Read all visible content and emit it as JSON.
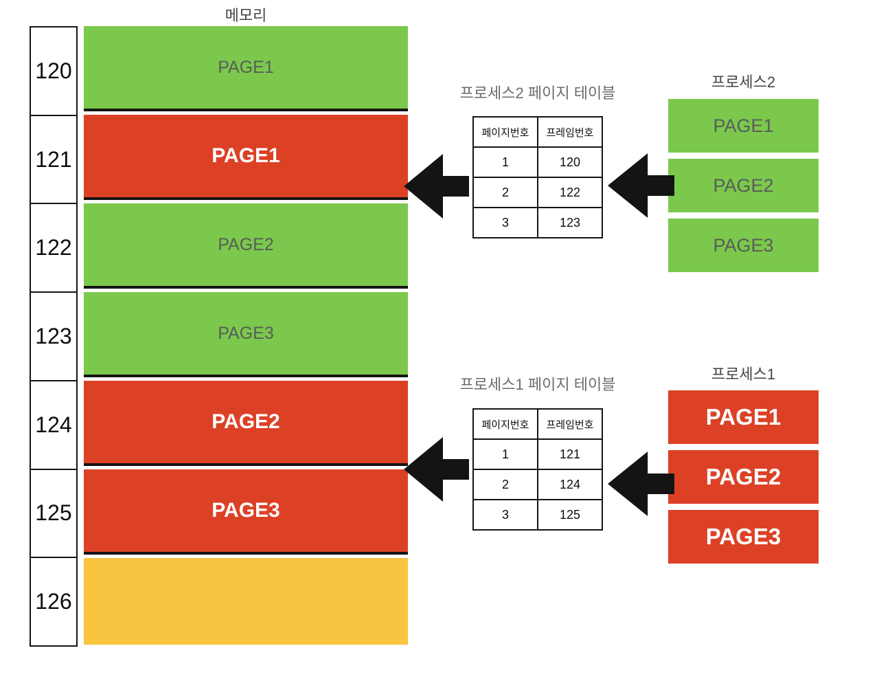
{
  "colors": {
    "green": "#7BC84D",
    "red": "#DC4126",
    "yellow": "#F9C43F",
    "ink": "#141414",
    "page_gray": "#585D58",
    "title_gray": "#6B6B6B",
    "heading_gray": "#434343"
  },
  "memory": {
    "title": "메모리",
    "frames": [
      "120",
      "121",
      "122",
      "123",
      "124",
      "125",
      "126"
    ],
    "blocks": [
      {
        "label": "PAGE1",
        "color": "green"
      },
      {
        "label": "PAGE1",
        "color": "red"
      },
      {
        "label": "PAGE2",
        "color": "green"
      },
      {
        "label": "PAGE3",
        "color": "green"
      },
      {
        "label": "PAGE2",
        "color": "red"
      },
      {
        "label": "PAGE3",
        "color": "red"
      },
      {
        "label": "",
        "color": "yellow"
      }
    ]
  },
  "process2_page_table": {
    "title": "프로세스2 페이지 테이블",
    "headers": [
      "페이지번호",
      "프레임번호"
    ],
    "rows": [
      [
        "1",
        "120"
      ],
      [
        "2",
        "122"
      ],
      [
        "3",
        "123"
      ]
    ]
  },
  "process1_page_table": {
    "title": "프로세스1 페이지 테이블",
    "headers": [
      "페이지번호",
      "프레임번호"
    ],
    "rows": [
      [
        "1",
        "121"
      ],
      [
        "2",
        "124"
      ],
      [
        "3",
        "125"
      ]
    ]
  },
  "process2": {
    "title": "프로세스2",
    "pages": [
      "PAGE1",
      "PAGE2",
      "PAGE3"
    ]
  },
  "process1": {
    "title": "프로세스1",
    "pages": [
      "PAGE1",
      "PAGE2",
      "PAGE3"
    ]
  }
}
